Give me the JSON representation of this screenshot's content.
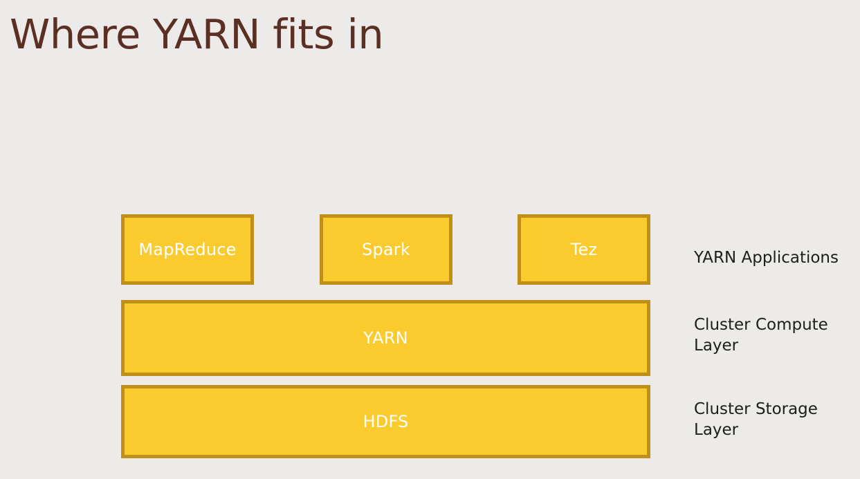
{
  "slide": {
    "title": "Where YARN fits in",
    "background_color": "#ecebe9",
    "title_color": "#5b2f23"
  },
  "theme": {
    "box_fill": "#facb2e",
    "box_border": "#c08f17",
    "box_text": "#ffffff",
    "side_label_text": "#1d1d1b"
  },
  "diagram": {
    "type": "layered-stack",
    "layers": [
      {
        "name": "applications",
        "side_label": "YARN Applications",
        "boxes": [
          {
            "label": "MapReduce"
          },
          {
            "label": "Spark"
          },
          {
            "label": "Tez"
          }
        ]
      },
      {
        "name": "compute",
        "side_label": "Cluster Compute\nLayer",
        "boxes": [
          {
            "label": "YARN"
          }
        ]
      },
      {
        "name": "storage",
        "side_label": "Cluster Storage\nLayer",
        "boxes": [
          {
            "label": "HDFS"
          }
        ]
      }
    ]
  }
}
